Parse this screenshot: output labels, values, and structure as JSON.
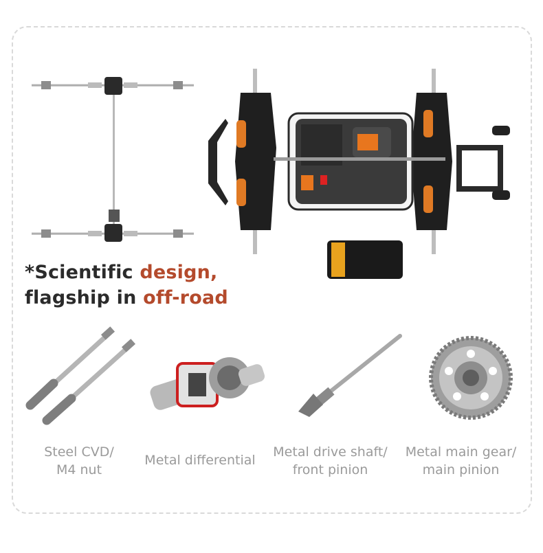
{
  "headline": {
    "prefix": "*Scientific ",
    "accent1": "design,",
    "line2_prefix": "flagship in ",
    "accent2": "off-road"
  },
  "parts": [
    {
      "icon": "cvd-shaft-icon",
      "label": "Steel CVD/\nM4 nut"
    },
    {
      "icon": "differential-icon",
      "label": "Metal differential"
    },
    {
      "icon": "drive-shaft-icon",
      "label": "Metal drive shaft/\nfront pinion"
    },
    {
      "icon": "main-gear-icon",
      "label": "Metal main gear/\nmain pinion"
    }
  ],
  "colors": {
    "accent": "#b44a2c",
    "headline": "#2b2b2b",
    "caption": "#9a9a9a",
    "frame": "#d9d9d9",
    "chassis_orange": "#e8761e"
  }
}
